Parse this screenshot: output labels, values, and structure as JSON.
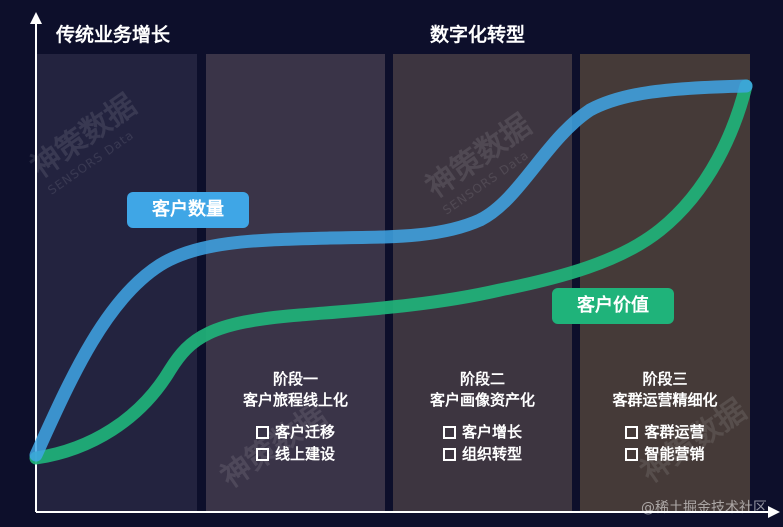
{
  "headers": {
    "left": "传统业务增长",
    "right": "数字化转型"
  },
  "labels": {
    "customer_quantity": "客户数量",
    "customer_value": "客户价值"
  },
  "stages": [
    {
      "title": "阶段一",
      "subtitle": "客户旅程线上化",
      "items": [
        "客户迁移",
        "线上建设"
      ]
    },
    {
      "title": "阶段二",
      "subtitle": "客户画像资产化",
      "items": [
        "客户增长",
        "组织转型"
      ]
    },
    {
      "title": "阶段三",
      "subtitle": "客群运营精细化",
      "items": [
        "客群运营",
        "智能营销"
      ]
    }
  ],
  "watermark": {
    "brand": "神策数据",
    "brand_en": "SENSORS Data"
  },
  "credit": "@稀土掘金技术社区",
  "colors": {
    "background": "#0d0f2b",
    "quantity_curve": "#3fa6e6",
    "value_curve": "#1fb37a",
    "axis": "#ffffff"
  }
}
